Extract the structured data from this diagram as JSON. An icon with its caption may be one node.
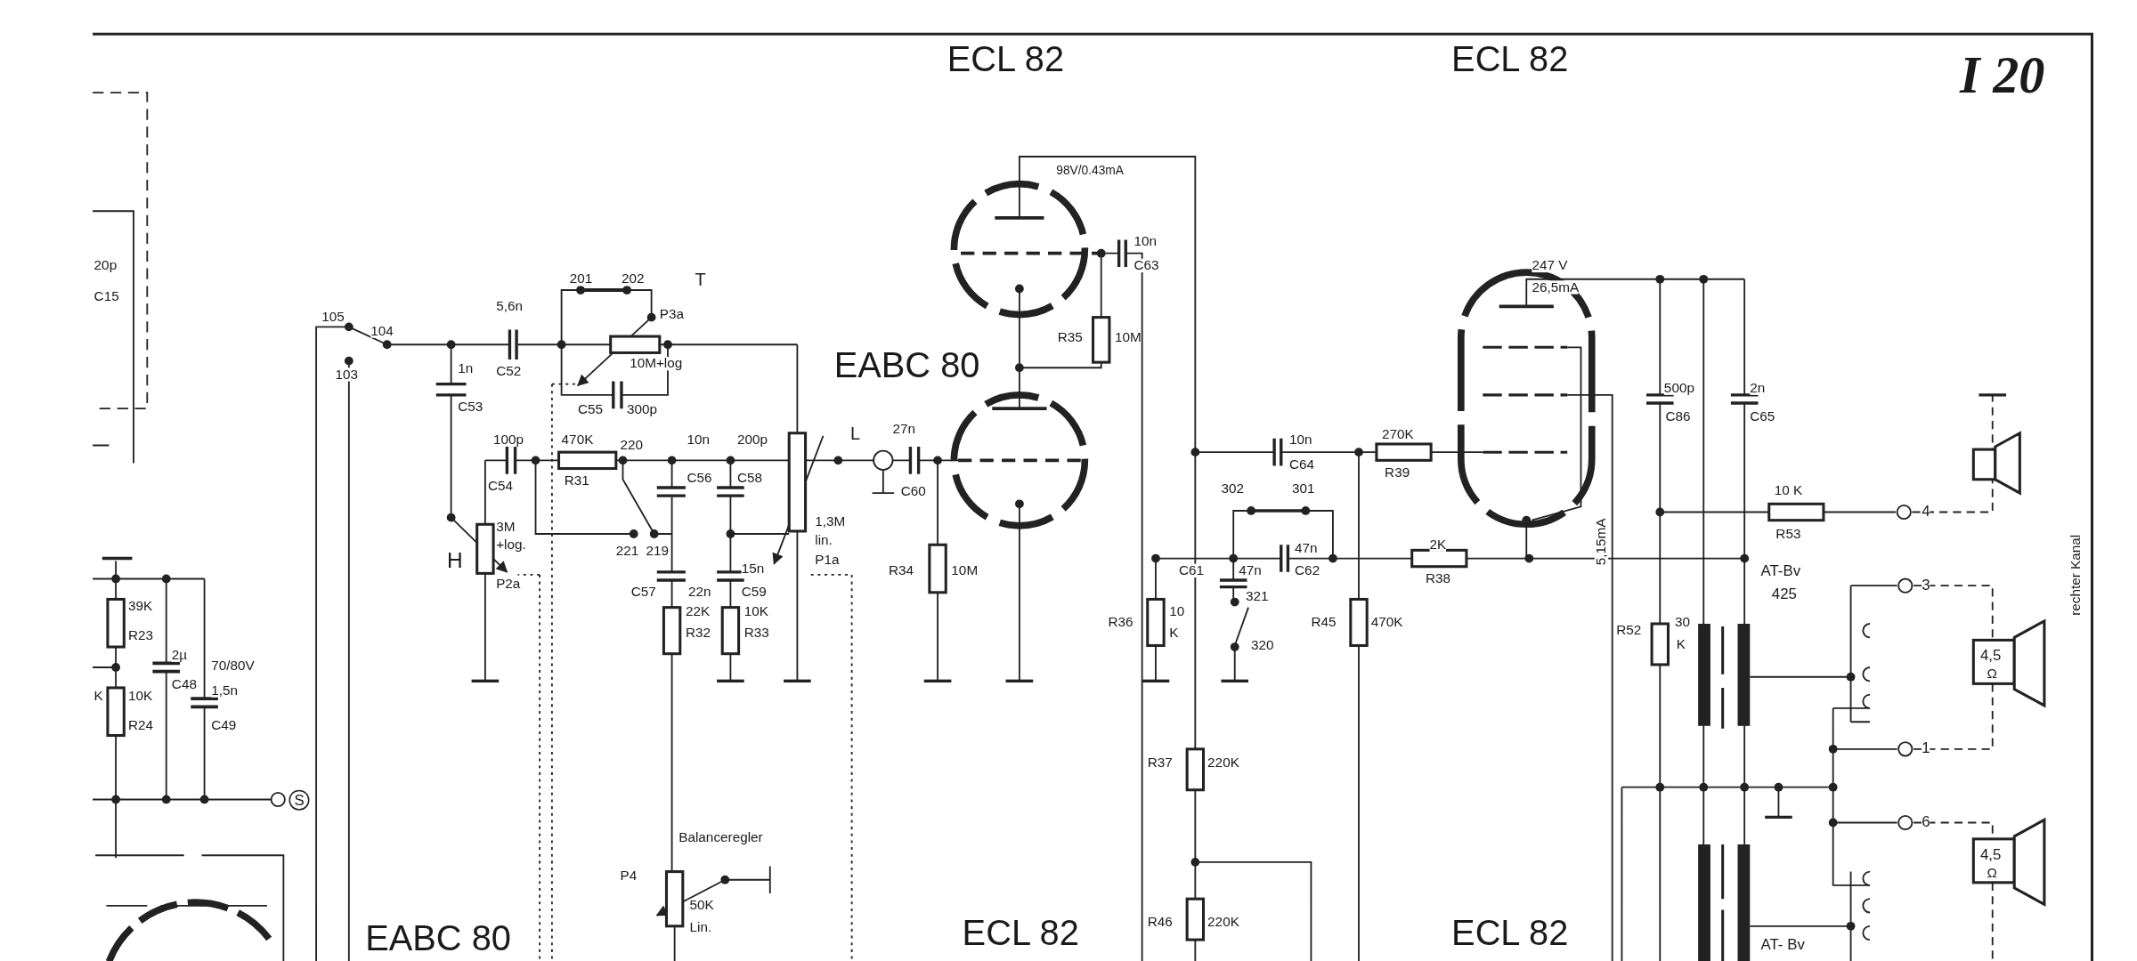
{
  "diagram": {
    "title": "I 20",
    "labels": [
      "ECL 82",
      "ECL 82",
      "20p",
      "C15",
      "98V/0.43mA",
      "10n",
      "C63",
      "R35",
      "10M",
      "EABC 80",
      "105",
      "104",
      "103",
      "5,6n",
      "1n",
      "C52",
      "C53",
      "201",
      "202",
      "T",
      "P3a",
      "10M+log",
      "C55",
      "300p",
      "100p",
      "C54",
      "470K",
      "R31",
      "220",
      "10n",
      "C56",
      "200p",
      "C58",
      "L",
      "27n",
      "C60",
      "3M",
      "+log.",
      "H",
      "P2a",
      "221",
      "219",
      "C57",
      "22n",
      "15n",
      "C59",
      "1,3M",
      "lin.",
      "P1a",
      "R34",
      "10M",
      "22K",
      "R32",
      "10K",
      "R33",
      "39K",
      "R23",
      "2µ",
      "70/80V",
      "C48",
      "10K",
      "R24",
      "1,5n",
      "C49",
      "K",
      "S",
      "Balanceregler",
      "P4",
      "50K",
      "Lin.",
      "EABC 80",
      "ECL 82",
      "ECL 82",
      "10n",
      "C64",
      "270K",
      "R39",
      "302",
      "301",
      "C61",
      "47n",
      "47n",
      "C62",
      "321",
      "320",
      "R36",
      "10",
      "K",
      "R45",
      "470K",
      "2K",
      "R38",
      "R37",
      "220K",
      "R46",
      "220K",
      "247 V",
      "26,5mA",
      "500p",
      "C86",
      "2n",
      "C65",
      "10 K",
      "R53",
      "4",
      "5,15mA",
      "AT-Bv",
      "425",
      "3",
      "R52",
      "30",
      "K",
      "4,5",
      "Ω",
      "1",
      "6",
      "4,5",
      "Ω",
      "AT- Bv",
      "rechter Kanal"
    ]
  }
}
